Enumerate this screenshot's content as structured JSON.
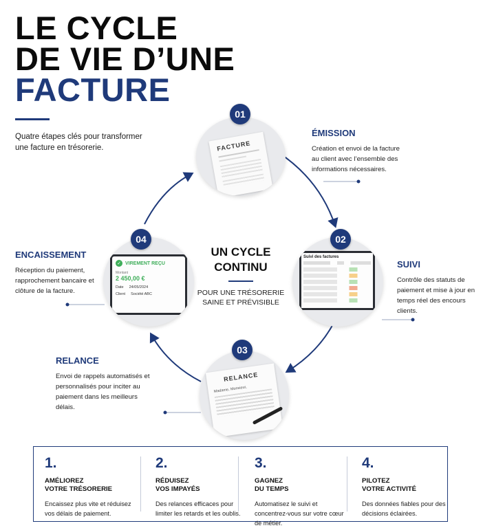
{
  "header": {
    "title_line1": "LE CYCLE",
    "title_line2": "DE VIE D’UNE",
    "title_line3": "FACTURE",
    "subtitle": "Quatre étapes clés pour transformer une facture en trésorerie."
  },
  "center": {
    "title_line1": "UN CYCLE",
    "title_line2": "CONTINU",
    "subtitle_line1": "POUR UNE TRÉSORERIE",
    "subtitle_line2": "SAINE ET PRÉVISIBLE"
  },
  "steps": [
    {
      "number": "01",
      "title": "ÉMISSION",
      "description": "Création et envoi de la facture au client avec l’ensemble des informations nécessaires.",
      "image_label": "FACTURE"
    },
    {
      "number": "02",
      "title": "SUIVI",
      "description": "Contrôle des statuts de paiement et mise à jour en temps réel des encours clients.",
      "image_label": "Suivi des factures"
    },
    {
      "number": "03",
      "title": "RELANCE",
      "description": "Envoi de rappels automatisés et personnalisés pour inciter au paiement dans les meilleurs délais.",
      "image_label": "RELANCE",
      "image_text": "Madame, Monsieur,"
    },
    {
      "number": "04",
      "title": "ENCAISSEMENT",
      "description": "Réception du paiement, rapprochement bancaire et clôture de la facture.",
      "image_label": "VIREMENT REÇU",
      "image_amount_label": "Montant",
      "image_amount": "2 450,00 €",
      "image_date_label": "Date",
      "image_date": "24/05/2024",
      "image_client_label": "Client",
      "image_client": "Société ABC"
    }
  ],
  "benefits": [
    {
      "number": "1.",
      "title_line1": "AMÉLIOREZ",
      "title_line2": "VOTRE TRÉSORERIE",
      "description": "Encaissez plus vite et réduisez vos délais de paiement."
    },
    {
      "number": "2.",
      "title_line1": "RÉDUISEZ",
      "title_line2": "VOS IMPAYÉS",
      "description": "Des relances efficaces pour limiter les retards et les oublis."
    },
    {
      "number": "3.",
      "title_line1": "GAGNEZ",
      "title_line2": "DU TEMPS",
      "description": "Automatisez le suivi et concentrez-vous sur votre cœur de métier."
    },
    {
      "number": "4.",
      "title_line1": "PILOTEZ",
      "title_line2": "VOTRE ACTIVITÉ",
      "description": "Des données fiables pour des décisions éclairées."
    }
  ],
  "colors": {
    "accent": "#1f3a7a",
    "text": "#111111",
    "background": "#ffffff"
  }
}
